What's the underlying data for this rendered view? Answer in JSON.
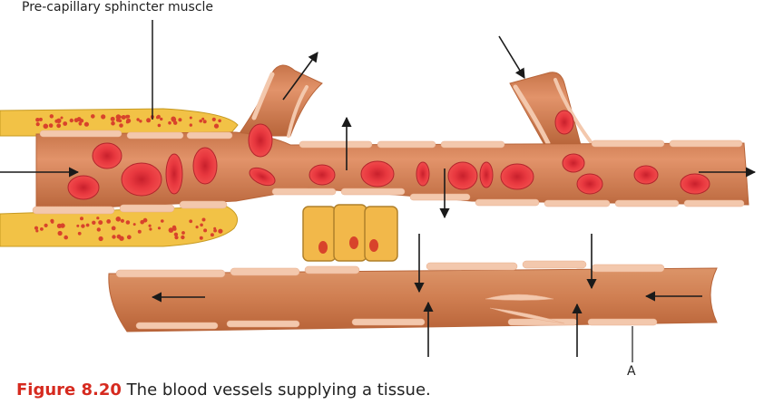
{
  "labels": {
    "sphincter": "Pre-capillary sphincter muscle",
    "a": "A"
  },
  "caption": {
    "figure": "Figure 8.20",
    "text": " The blood vessels supplying a tissue."
  },
  "colors": {
    "vessel": "#d88454",
    "vessel_dark": "#b8653a",
    "vessel_light": "#f3c8ad",
    "muscle": "#f2c246",
    "muscle_outline": "#c79a22",
    "cell": "#e23a3f",
    "cell_dark": "#b3242c",
    "nucleus": "#d8432b",
    "arrow": "#1a1a1a"
  },
  "icons": [
    "arrow-icon"
  ]
}
